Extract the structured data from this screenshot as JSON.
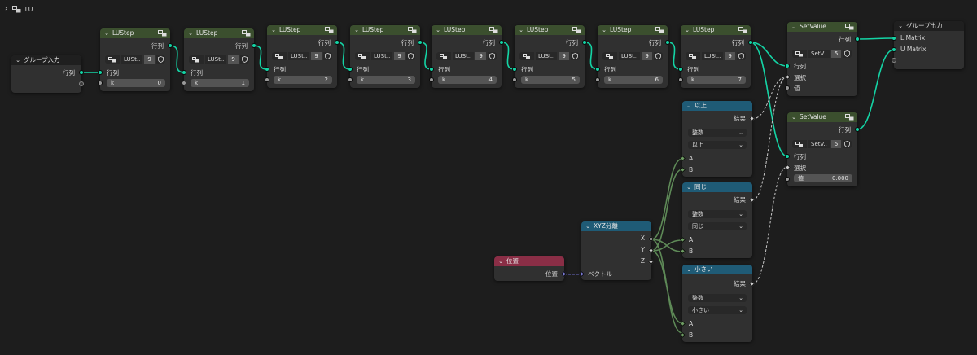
{
  "breadcrumb": {
    "chevron": "›",
    "icon": "node-group-icon",
    "label": "LU"
  },
  "group_input": {
    "title": "グループ入力",
    "output_label": "行列"
  },
  "lusteps": [
    {
      "title": "LUStep",
      "out_label": "行列",
      "in_label": "行列",
      "group_name": "LUSt..",
      "user_count": "9",
      "k_label": "k",
      "k_value": "0"
    },
    {
      "title": "LUStep",
      "out_label": "行列",
      "in_label": "行列",
      "group_name": "LUSt..",
      "user_count": "9",
      "k_label": "k",
      "k_value": "1"
    },
    {
      "title": "LUStep",
      "out_label": "行列",
      "in_label": "行列",
      "group_name": "LUSt..",
      "user_count": "9",
      "k_label": "k",
      "k_value": "2"
    },
    {
      "title": "LUStep",
      "out_label": "行列",
      "in_label": "行列",
      "group_name": "LUSt..",
      "user_count": "9",
      "k_label": "k",
      "k_value": "3"
    },
    {
      "title": "LUStep",
      "out_label": "行列",
      "in_label": "行列",
      "group_name": "LUSt..",
      "user_count": "9",
      "k_label": "k",
      "k_value": "4"
    },
    {
      "title": "LUStep",
      "out_label": "行列",
      "in_label": "行列",
      "group_name": "LUSt..",
      "user_count": "9",
      "k_label": "k",
      "k_value": "5"
    },
    {
      "title": "LUStep",
      "out_label": "行列",
      "in_label": "行列",
      "group_name": "LUSt..",
      "user_count": "9",
      "k_label": "k",
      "k_value": "6"
    },
    {
      "title": "LUStep",
      "out_label": "行列",
      "in_label": "行列",
      "group_name": "LUSt..",
      "user_count": "9",
      "k_label": "k",
      "k_value": "7"
    }
  ],
  "setvalue1": {
    "title": "SetValue",
    "out_label": "行列",
    "group_name": "SetV..",
    "user_count": "5",
    "in_matrix": "行列",
    "in_select": "選択",
    "in_value": "値"
  },
  "setvalue2": {
    "title": "SetValue",
    "out_label": "行列",
    "group_name": "SetV..",
    "user_count": "5",
    "in_matrix": "行列",
    "in_select": "選択",
    "value_label": "値",
    "value": "0.000"
  },
  "group_output": {
    "title": "グループ出力",
    "in_l": "L Matrix",
    "in_u": "U Matrix"
  },
  "compare_ge": {
    "title": "以上",
    "out_label": "結果",
    "type": "整数",
    "mode": "以上",
    "in_a": "A",
    "in_b": "B"
  },
  "compare_eq": {
    "title": "同じ",
    "out_label": "結果",
    "type": "整数",
    "mode": "同じ",
    "in_a": "A",
    "in_b": "B"
  },
  "compare_lt": {
    "title": "小さい",
    "out_label": "結果",
    "type": "整数",
    "mode": "小さい",
    "in_a": "A",
    "in_b": "B"
  },
  "xyz": {
    "title": "XYZ分離",
    "out_x": "X",
    "out_y": "Y",
    "out_z": "Z",
    "in_vec": "ベクトル"
  },
  "position": {
    "title": "位置",
    "out_label": "位置"
  },
  "colors": {
    "matrix_wire": "#14d4a5",
    "bool_wire": "#c8c8c8",
    "int_wire": "#5e8a57",
    "vector_wire": "#6c6cc8"
  }
}
